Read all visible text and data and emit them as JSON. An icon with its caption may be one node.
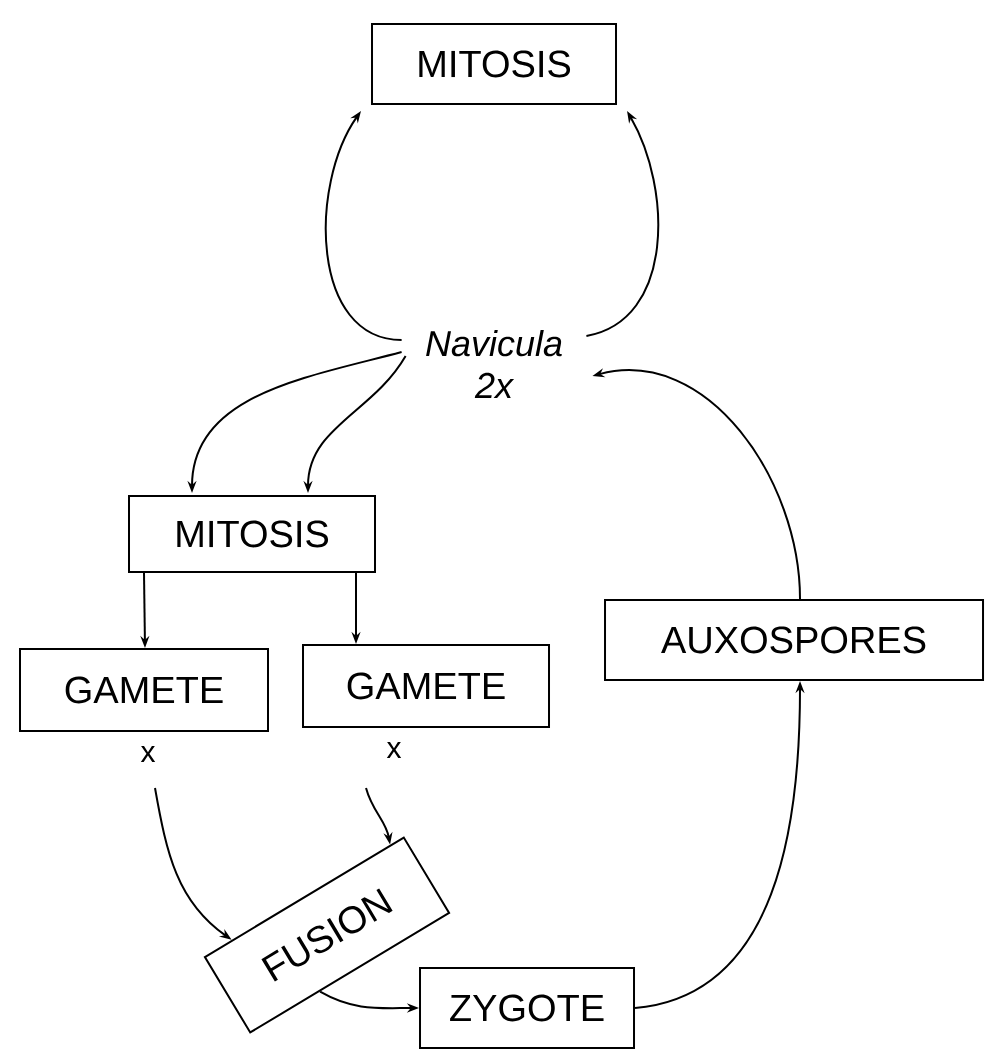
{
  "diagram": {
    "nodes": [
      {
        "text": [
          "MITOSIS"
        ]
      },
      {
        "text": [
          "Navicula 2x"
        ]
      },
      {
        "text": [
          "MITOSIS"
        ]
      },
      {
        "text": [
          "GAMETE"
        ],
        "beside": [
          "x"
        ]
      },
      {
        "text": [
          "GAMETE"
        ],
        "beside": [
          "x"
        ]
      },
      {
        "text": [
          "AUXOSPORES"
        ]
      },
      {
        "text": [
          "FUSION"
        ]
      },
      {
        "text": [
          "ZYGOTE"
        ]
      }
    ],
    "edges": [
      {
        "from": 1,
        "to": 0,
        "arrow": "to"
      },
      {
        "from": 1,
        "to": 0,
        "arrow": "to"
      },
      {
        "from": 1,
        "to": 2,
        "arrow": "to"
      },
      {
        "from": 1,
        "to": 2,
        "arrow": "to"
      },
      {
        "from": 2,
        "to": 3,
        "arrow": "to"
      },
      {
        "from": 2,
        "to": 4,
        "arrow": "to"
      },
      {
        "from": 3,
        "to": 6,
        "arrow": "to"
      },
      {
        "from": 4,
        "to": 6,
        "arrow": "to"
      },
      {
        "from": 6,
        "to": 7,
        "arrow": "to"
      },
      {
        "from": 7,
        "to": 5,
        "arrow": "to"
      },
      {
        "from": 5,
        "to": 1,
        "arrow": "to"
      }
    ]
  }
}
